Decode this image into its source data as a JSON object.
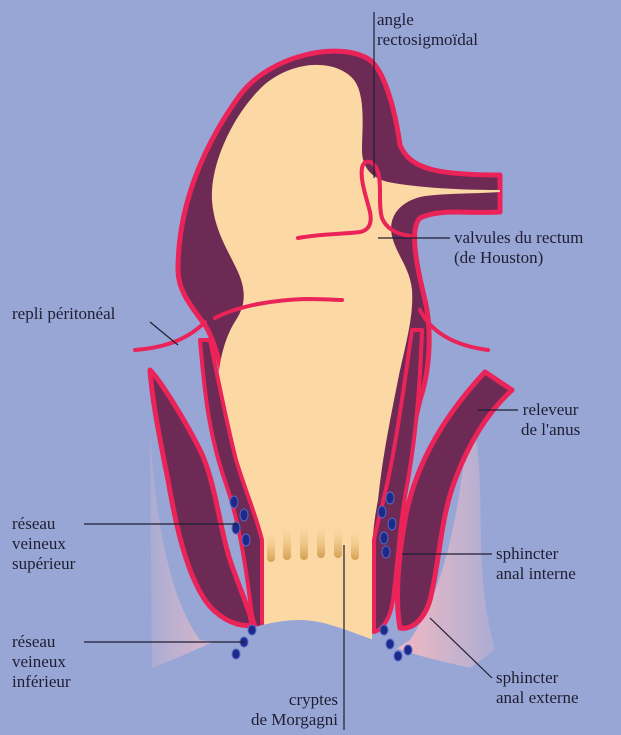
{
  "colors": {
    "background": "#98a6d6",
    "lumen": "#fcd9a4",
    "wall": "#6d2a55",
    "mucosa_line": "#ea2358",
    "external_skin": "#f7c3c8",
    "veins": "#1e2a8a",
    "crypt_tips": "#d4a050"
  },
  "labels": {
    "angle": [
      "angle",
      "rectosigmoïdal"
    ],
    "valvules": [
      "valvules du rectum",
      "(de Houston)"
    ],
    "repli": [
      "repli péritonéal"
    ],
    "releveur": [
      "releveur",
      "de l'anus"
    ],
    "reseau_sup": [
      "réseau",
      "veineux",
      "supérieur"
    ],
    "sphincter_int": [
      "sphincter",
      "anal interne"
    ],
    "reseau_inf": [
      "réseau",
      "veineux",
      "inférieur"
    ],
    "sphincter_ext": [
      "sphincter",
      "anal externe"
    ],
    "cryptes": [
      "cryptes",
      "de Morgagni"
    ]
  }
}
